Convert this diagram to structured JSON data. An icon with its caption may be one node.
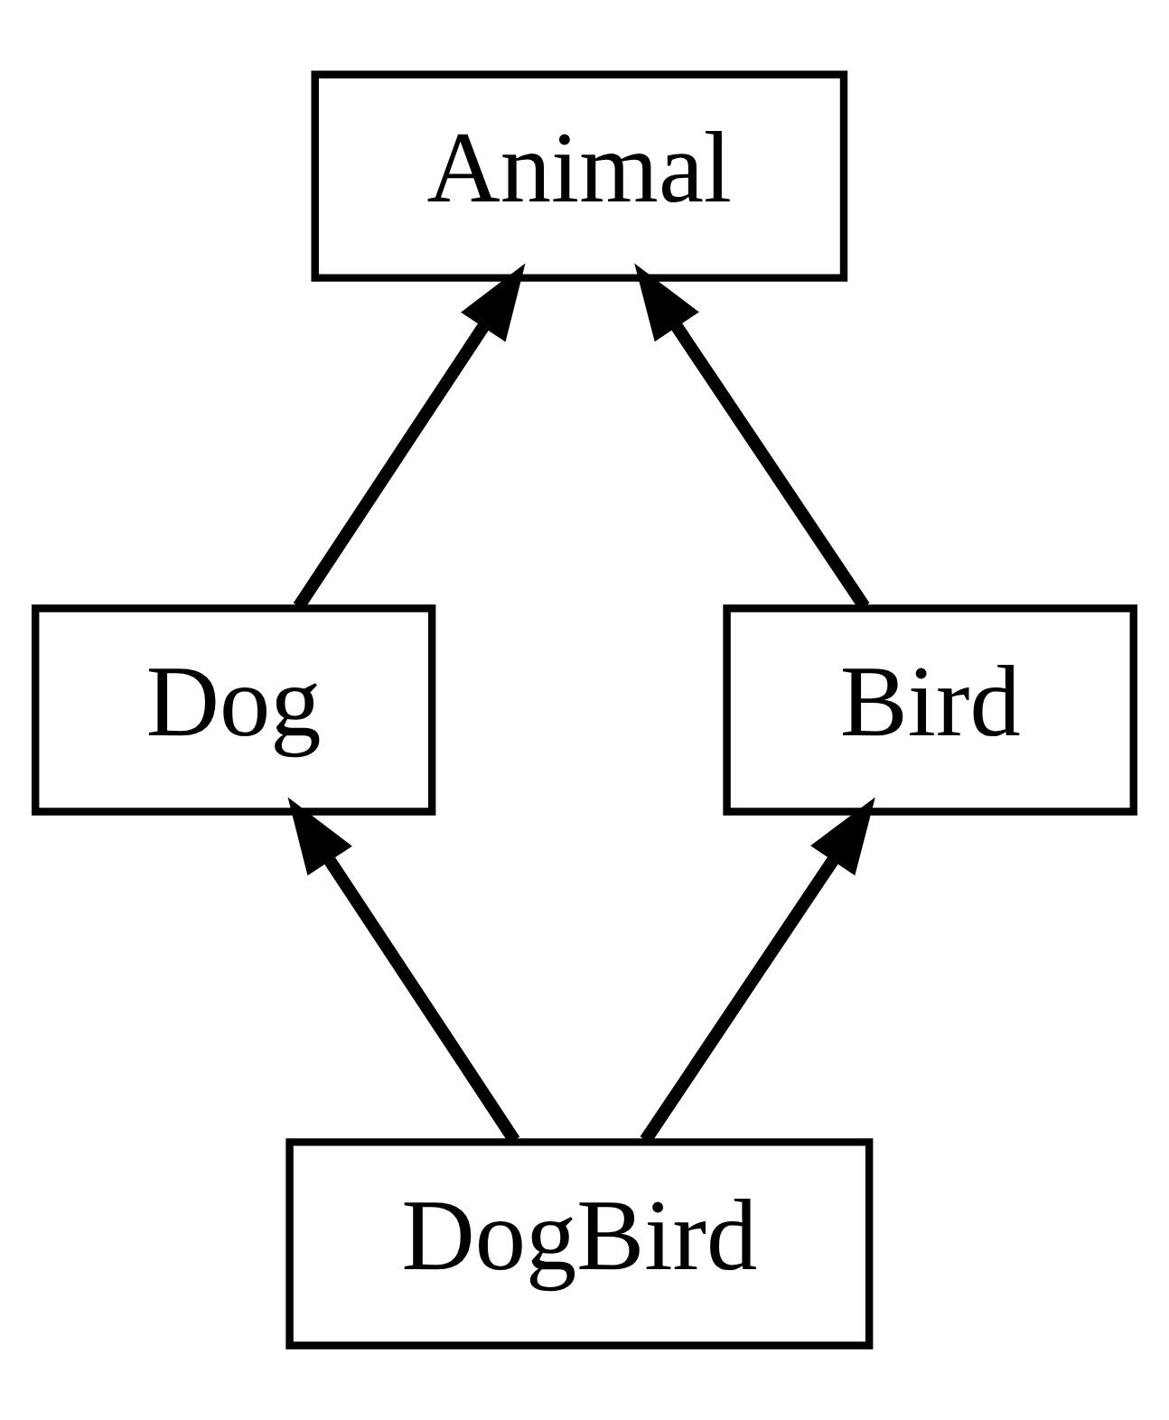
{
  "diagram": {
    "nodes": [
      {
        "text": [
          "Animal"
        ]
      },
      {
        "text": [
          "Dog"
        ]
      },
      {
        "text": [
          "Bird"
        ]
      },
      {
        "text": [
          "DogBird"
        ]
      }
    ],
    "edges": [
      {
        "from": 1,
        "to": 0,
        "arrow": "to"
      },
      {
        "from": 2,
        "to": 0,
        "arrow": "to"
      },
      {
        "from": 3,
        "to": 1,
        "arrow": "to"
      },
      {
        "from": 3,
        "to": 2,
        "arrow": "to"
      }
    ]
  }
}
